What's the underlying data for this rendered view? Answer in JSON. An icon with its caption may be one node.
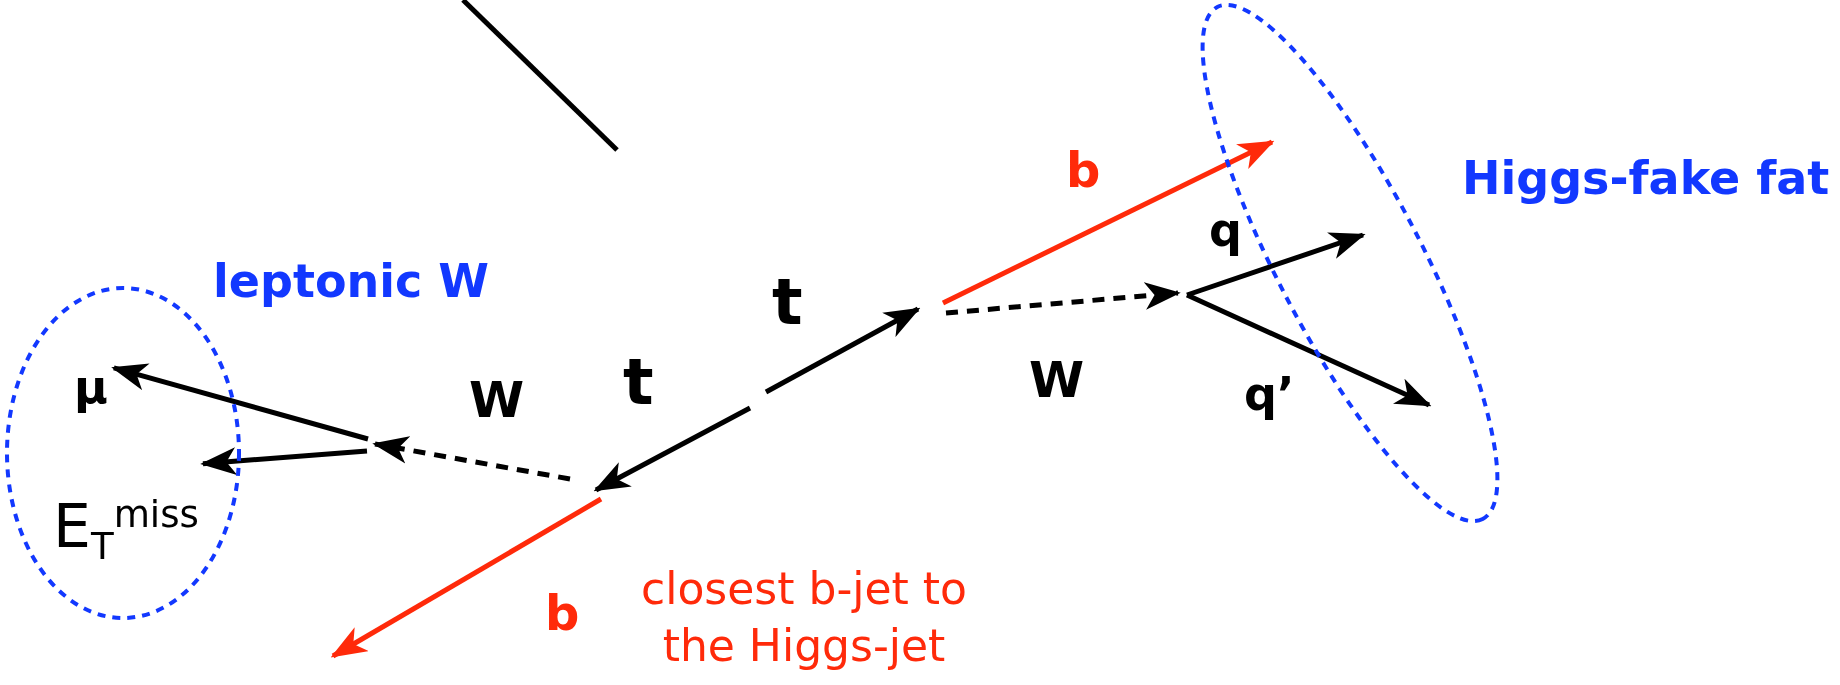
{
  "diagram": {
    "nodes": [
      {
        "text": [
          "leptonic W"
        ]
      },
      {
        "text": [
          "μ"
        ],
        "in": 0
      },
      {
        "text": [
          "E$_{T}$$^{miss}$"
        ],
        "in": 0
      },
      {
        "text": [
          "Higgs-fake fat"
        ]
      }
    ],
    "edges": [
      {
        "from": null,
        "to": 1,
        "arrow": "to"
      },
      {
        "from": null,
        "to": 2,
        "arrow": "to"
      }
    ],
    "labels": [
      "b",
      "q",
      "t",
      "t",
      "W",
      "W",
      "q’",
      "closest b-jet to the Higgs-jet",
      "b"
    ]
  }
}
